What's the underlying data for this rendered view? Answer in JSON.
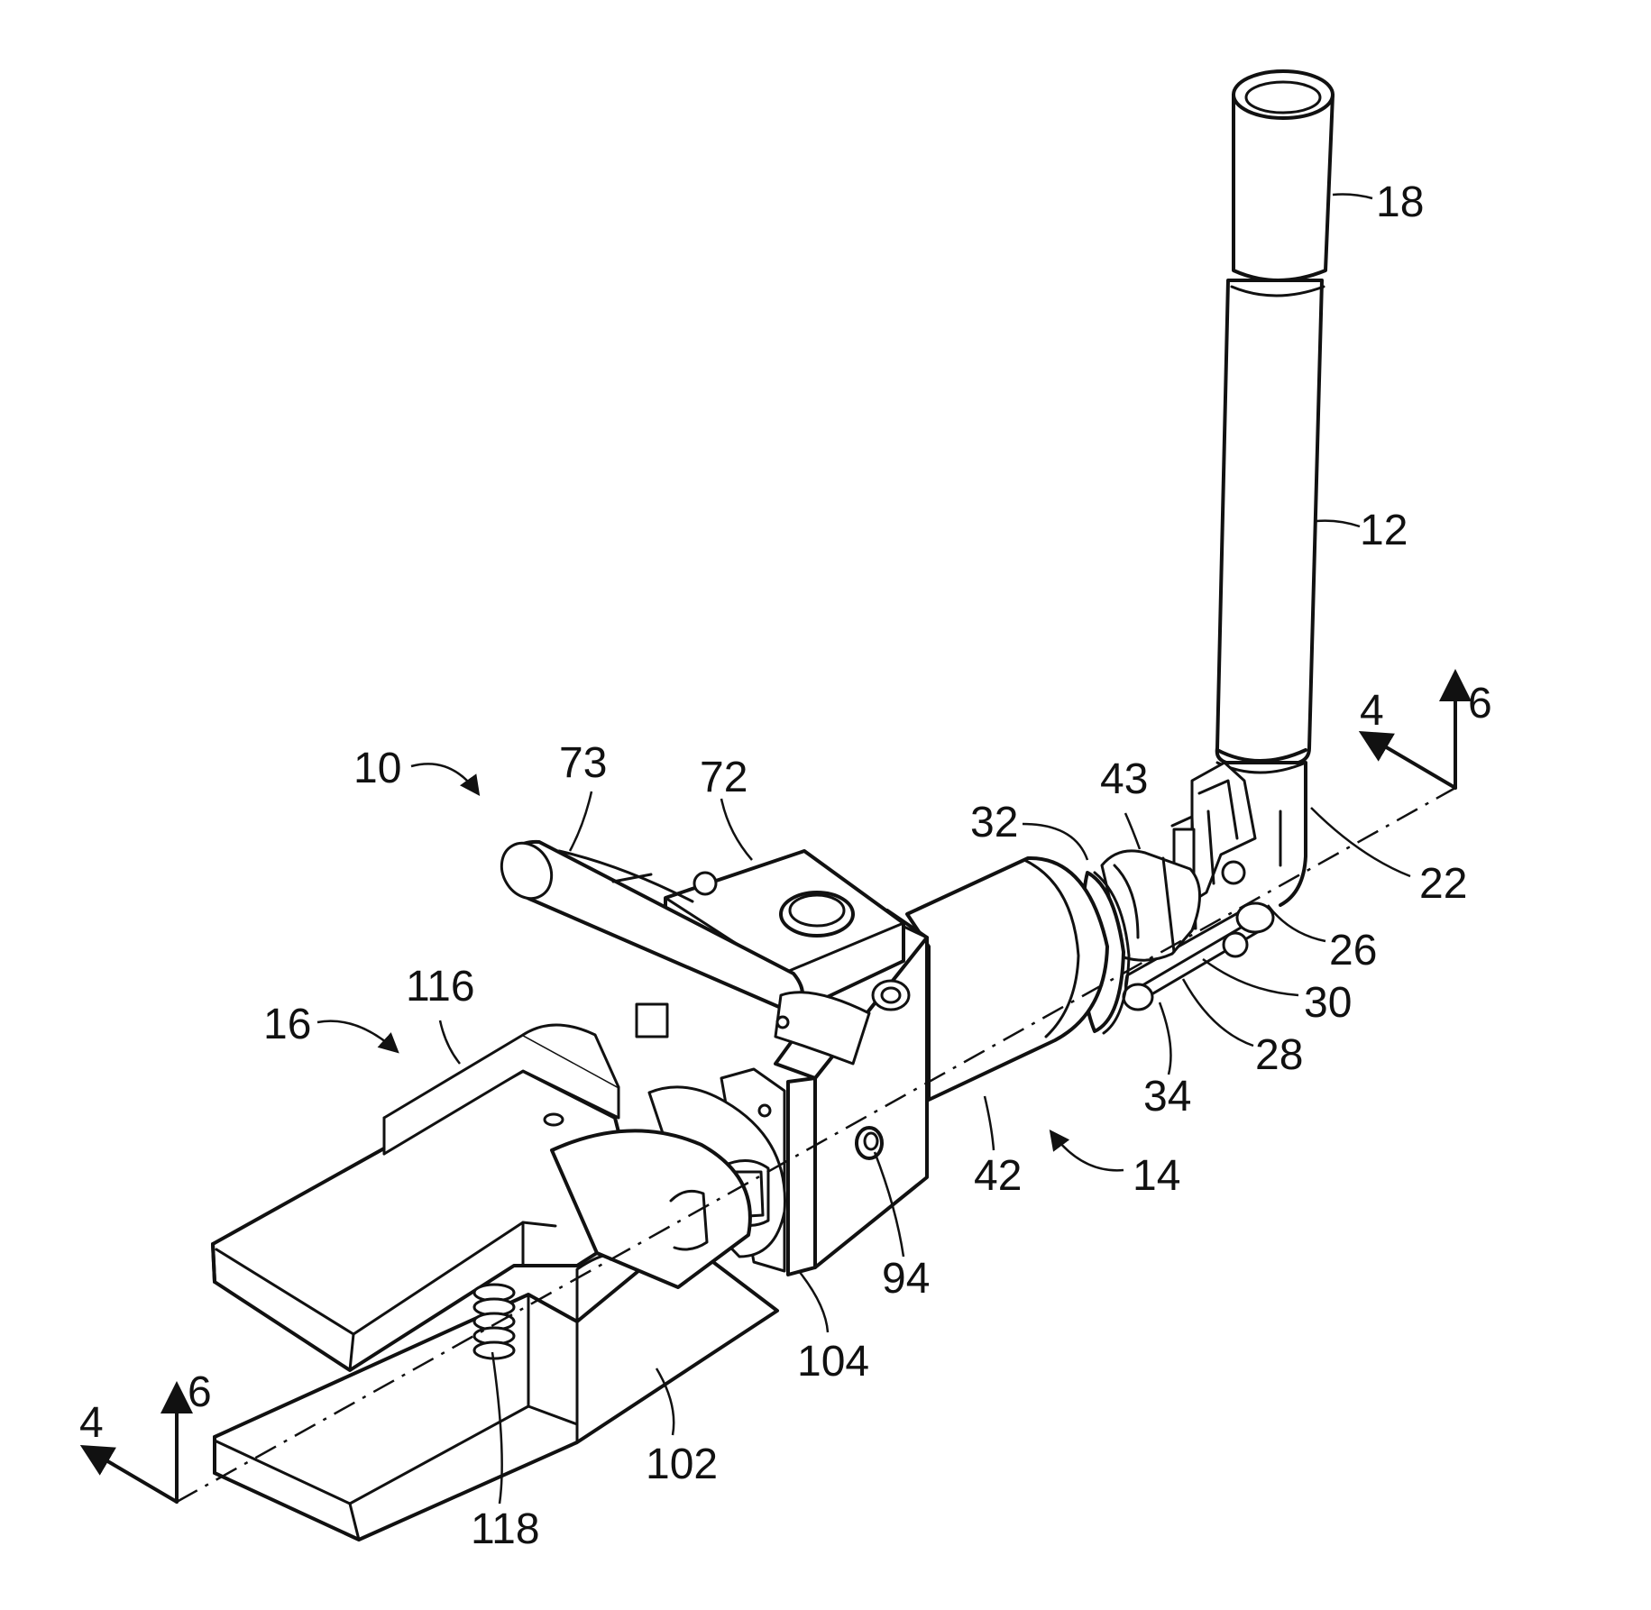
{
  "figure": {
    "reference_numerals": {
      "assembly": "10",
      "handle": "12",
      "body": "14",
      "clamp": "16",
      "grip": "18",
      "bend": "22",
      "pivot": "26",
      "link": "28",
      "link_pin": "30",
      "collar": "32",
      "link_pin_lower": "34",
      "housing": "42",
      "hub": "43",
      "block": "72",
      "lever": "73",
      "fastener": "94",
      "lower_jaw": "102",
      "plate": "104",
      "upper_jaw": "116",
      "spring": "118"
    },
    "section_marks": {
      "left_horizontal": "4",
      "left_vertical": "6",
      "right_horizontal": "4",
      "right_vertical": "6"
    }
  }
}
